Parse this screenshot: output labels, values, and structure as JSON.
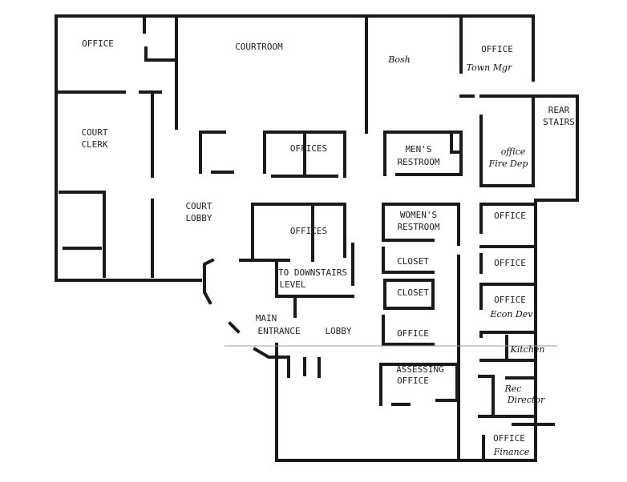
{
  "rooms": {
    "office_nw": "OFFICE",
    "courtroom": "COURTROOM",
    "booth_note": "Bosh",
    "office_ne": "OFFICE",
    "town_mgr_note": "Town Mgr",
    "rear_stairs_1": "REAR",
    "rear_stairs_2": "STAIRS",
    "court_clerk_1": "COURT",
    "court_clerk_2": "CLERK",
    "offices_upper": "OFFICES",
    "mens_1": "MEN'S",
    "mens_2": "RESTROOM",
    "fire_note_1": "office",
    "fire_note_2": "Fire Dep",
    "court_lobby_1": "COURT",
    "court_lobby_2": "LOBBY",
    "womens_1": "WOMEN'S",
    "womens_2": "RESTROOM",
    "offices_lower": "OFFICES",
    "office_e1": "OFFICE",
    "closet_1": "CLOSET",
    "office_e2": "OFFICE",
    "downstairs_1": "TO DOWNSTAIRS",
    "downstairs_2": "LEVEL",
    "closet_2": "CLOSET",
    "office_e3": "OFFICE",
    "econ_note": "Econ Dev",
    "main_entrance_1": "MAIN",
    "main_entrance_2": "ENTRANCE",
    "lobby": "LOBBY",
    "office_center": "OFFICE",
    "kitchen_note": "Kitchen",
    "assessing_1": "ASSESSING",
    "assessing_2": "OFFICE",
    "rec_note_1": "Rec",
    "rec_note_2": "Director",
    "office_se": "OFFICE",
    "finance_note": "Finance"
  }
}
